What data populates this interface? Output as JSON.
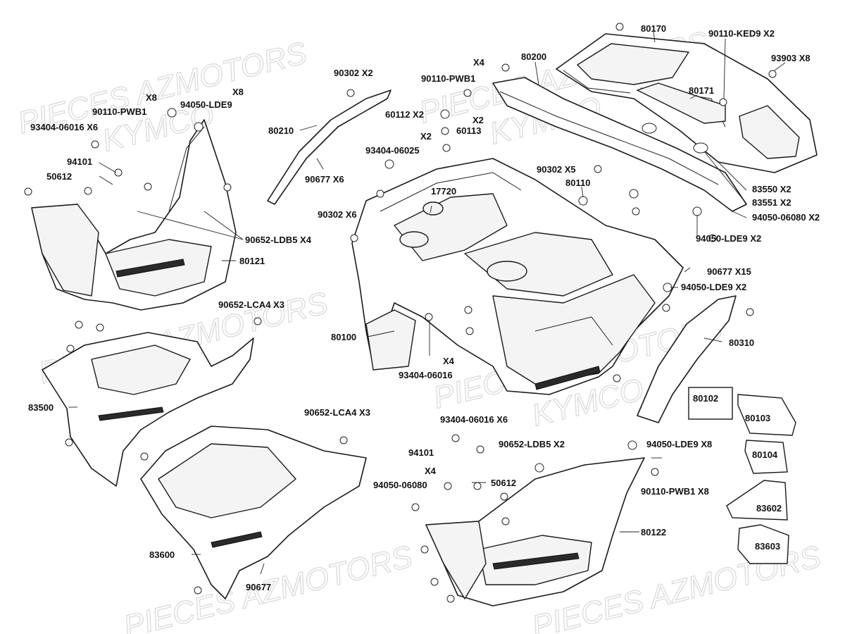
{
  "watermarks": [
    "PIECES AZMOTORS",
    "KYMCO"
  ],
  "labels": {
    "l80170": "80170",
    "l90110_ked9": "90110-KED9 X2",
    "l93903": "93903  X8",
    "l80200": "80200",
    "l80171": "80171",
    "lx4_top": "X4",
    "l90110_pwb1_top": "90110-PWB1",
    "l90302_x2": "90302 X2",
    "lx2_a": "X2",
    "l60112": "60112 X2",
    "lx2_b": "X2",
    "l60113": "60113",
    "l93404_06025": "93404-06025",
    "l80210": "80210",
    "l90677_x6": "90677  X6",
    "l17720": "17720",
    "l90302_x6": "90302  X6",
    "l80110": "80110",
    "l90302_x5": "90302  X5",
    "l83550": "83550  X2",
    "l83551": "83551  X2",
    "l94050_06080_x2": "94050-06080 X2",
    "l94050_lde9_x2a": "94050-LDE9 X2",
    "l90677_x15": "90677  X15",
    "l94050_lde9_x2b": "94050-LDE9 X2",
    "lx8_a": "X8",
    "lx8_b": "X8",
    "l90110_pwb1_left": "90110-PWB1",
    "l94050_lde9_left": "94050-LDE9",
    "l93404_06016_x6": "93404-06016 X6",
    "l94101_left": "94101",
    "l50612_left": "50612",
    "l90652_ldb5_x4": "90652-LDB5 X4",
    "l80121": "80121",
    "l90652_lca4_x3_a": "90652-LCA4 X3",
    "l80100": "80100",
    "lx4_mid": "X4",
    "l93404_06016_mid": "93404-06016",
    "l80310": "80310",
    "l80102": "80102",
    "l80103": "80103",
    "l80104": "80104",
    "l83602": "83602",
    "l83603": "83603",
    "l83500": "83500",
    "l90652_lca4_x3_b": "90652-LCA4 X3",
    "l93404_06016_x6_b": "93404-06016 X6",
    "l94101_right": "94101",
    "l90652_ldb5_x2": "90652-LDB5 X2",
    "l94050_lde9_x8": "94050-LDE9 X8",
    "lx4_low": "X4",
    "l94050_06080": "94050-06080",
    "l50612_right": "50612",
    "l90110_pwb1_x8": "90110-PWB1 X8",
    "l83600": "83600",
    "l90677": "90677",
    "l80122": "80122"
  }
}
